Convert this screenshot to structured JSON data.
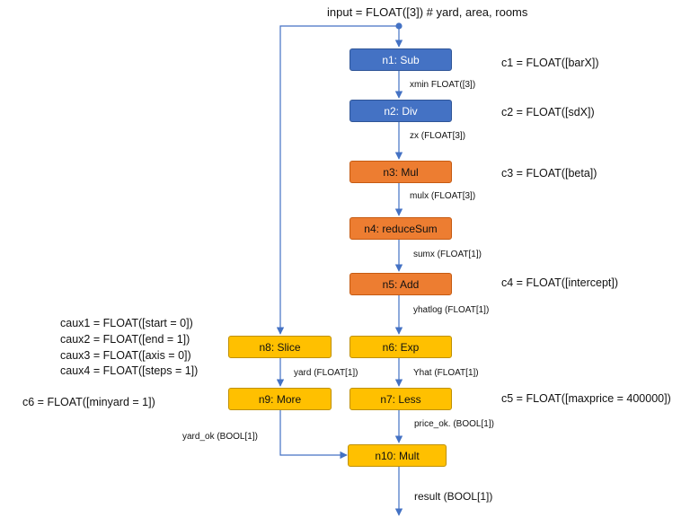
{
  "input_label": "input = FLOAT([3])  # yard, area, rooms",
  "nodes": {
    "n1": "n1: Sub",
    "n2": "n2: Div",
    "n3": "n3: Mul",
    "n4": "n4: reduceSum",
    "n5": "n5: Add",
    "n6": "n6: Exp",
    "n7": "n7: Less",
    "n8": "n8: Slice",
    "n9": "n9: More",
    "n10": "n10: Mult"
  },
  "edges": {
    "n1_n2": "xmin FLOAT([3])",
    "n2_n3": "zx (FLOAT[3])",
    "n3_n4": "mulx (FLOAT[3])",
    "n4_n5": "sumx (FLOAT[1])",
    "n5_n6": "yhatlog (FLOAT[1])",
    "n6_n7": "Yhat (FLOAT[1])",
    "n8_n9": "yard (FLOAT[1])",
    "n7_n10": "price_ok. (BOOL[1])",
    "n9_n10": "yard_ok (BOOL[1])",
    "output": "result (BOOL[1])"
  },
  "constants": {
    "c1": "c1 = FLOAT([barX])",
    "c2": "c2 = FLOAT([sdX])",
    "c3": "c3 = FLOAT([beta])",
    "c4": "c4 = FLOAT([intercept])",
    "c5": "c5 = FLOAT([maxprice = 400000])",
    "c6": "c6 = FLOAT([minyard = 1])",
    "caux1": "caux1 = FLOAT([start = 0])",
    "caux2": "caux2 = FLOAT([end = 1])",
    "caux3": "caux3 = FLOAT([axis = 0])",
    "caux4": "caux4 = FLOAT([steps = 1])"
  },
  "colors": {
    "blue": "#4472c4",
    "orange": "#ed7d31",
    "yellow": "#ffc000",
    "arrow": "#4472c4"
  }
}
